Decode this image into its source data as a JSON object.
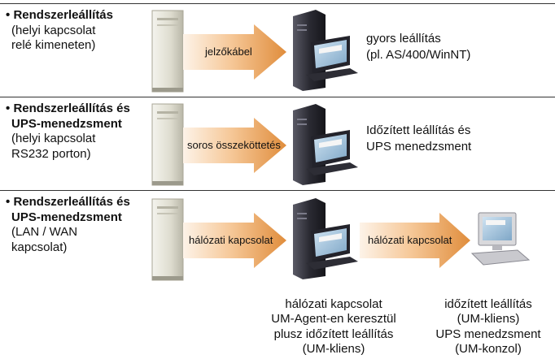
{
  "rows": [
    {
      "title_lines": [
        "Rendszerleállítás"
      ],
      "detail_lines": [
        "(helyi kapcsolat",
        "relé kimeneten)"
      ],
      "arrow_label": "jelzőkábel",
      "result_lines": [
        "gyors leállítás",
        "(pl. AS/400/WinNT)"
      ]
    },
    {
      "title_lines": [
        "Rendszerleállítás és",
        "UPS-menedzsment"
      ],
      "detail_lines": [
        "(helyi kapcsolat",
        "RS232 porton)"
      ],
      "arrow_label": "soros összeköttetés",
      "result_lines": [
        "Időzített leállítás és",
        "UPS menedzsment"
      ]
    },
    {
      "title_lines": [
        "Rendszerleállítás és",
        "UPS-menedzsment"
      ],
      "detail_lines": [
        "(LAN / WAN",
        "kapcsolat)"
      ],
      "arrow_label": "hálózati kapcsolat",
      "arrow2_label": "hálózati kapcsolat",
      "server_caption": [
        "hálózati kapcsolat",
        "UM-Agent-en keresztül",
        "plusz időzített leállítás",
        "(UM-kliens)"
      ],
      "client_caption": [
        "időzített leállítás",
        "(UM-kliens)",
        "UPS menedzsment",
        "(UM-konzol)"
      ]
    }
  ],
  "bullet": "•",
  "colors": {
    "arrow_light": "#fbe7d2",
    "arrow_dark": "#e39a4c",
    "rule": "#333333"
  }
}
